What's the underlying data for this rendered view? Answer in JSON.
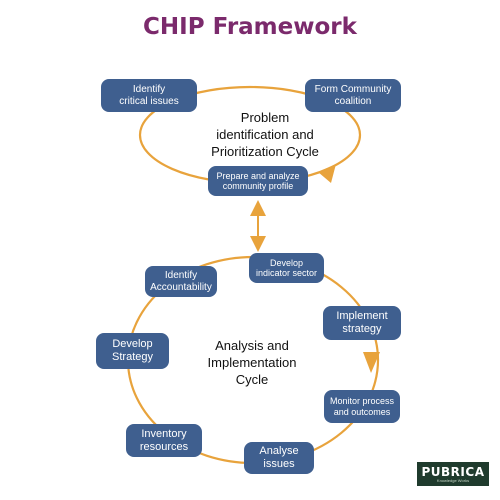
{
  "title": "CHIP Framework",
  "colors": {
    "title": "#7b2a6c",
    "node_fill": "#3f5f8f",
    "cycle_line": "#e8a33c",
    "logo_bg": "#1f3b2d"
  },
  "problem_cycle": {
    "label": "Problem\nidentification and\nPrioritization Cycle",
    "nodes": [
      "Identify\ncritical issues",
      "Form Community\ncoalition",
      "Prepare and analyze\ncommunity profile"
    ]
  },
  "analysis_cycle": {
    "label": "Analysis and\nImplementation\nCycle",
    "nodes": [
      "Develop\nindicator sector",
      "Implement\nstrategy",
      "Monitor process\nand outcomes",
      "Analyse\nissues",
      "Inventory\nresources",
      "Develop\nStrategy",
      "Identify\nAccountability"
    ]
  },
  "logo": {
    "brand": "PUBRICA",
    "tagline": "Knowledge Works"
  }
}
